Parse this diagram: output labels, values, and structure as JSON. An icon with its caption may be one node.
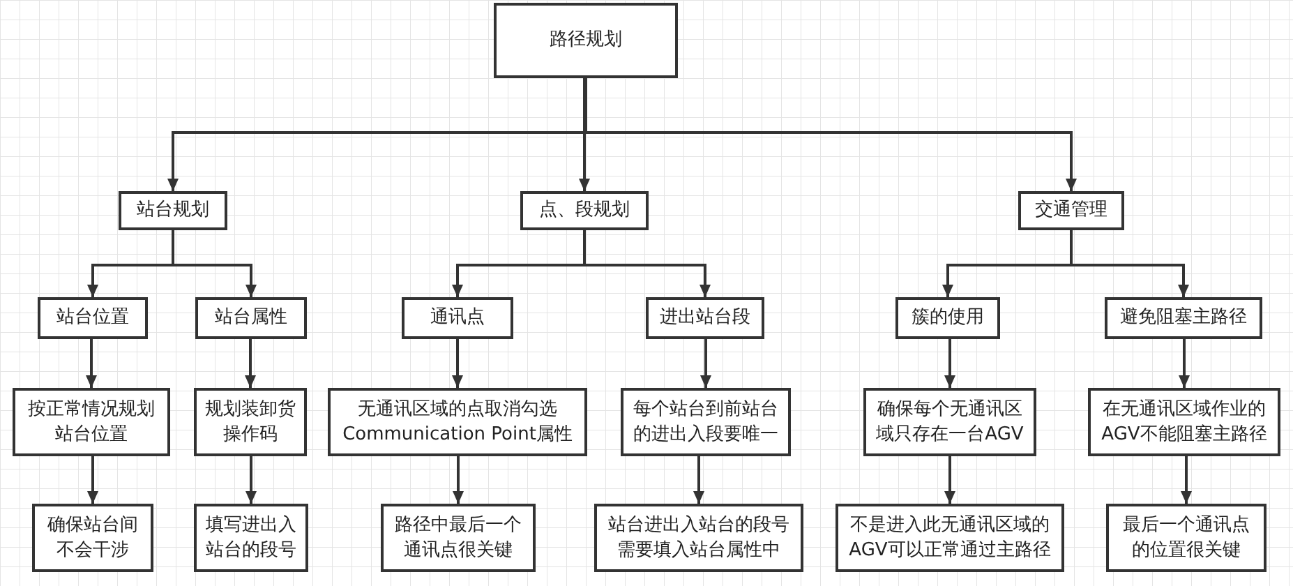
{
  "diagram": {
    "nodes": [
      {
        "text": [
          "路径规划"
        ]
      },
      {
        "text": [
          "站台规划"
        ]
      },
      {
        "text": [
          "点、段规划"
        ]
      },
      {
        "text": [
          "交通管理"
        ]
      },
      {
        "text": [
          "站台位置"
        ]
      },
      {
        "text": [
          "站台属性"
        ]
      },
      {
        "text": [
          "通讯点"
        ]
      },
      {
        "text": [
          "进出站台段"
        ]
      },
      {
        "text": [
          "簇的使用"
        ]
      },
      {
        "text": [
          "避免阻塞主路径"
        ]
      },
      {
        "text": [
          "按正常情况规划站台位置"
        ]
      },
      {
        "text": [
          "规划装卸货操作码"
        ]
      },
      {
        "text": [
          "无通讯区域的点取消勾选 Communication Point属性"
        ]
      },
      {
        "text": [
          "每个站台到前站台的进出入段要唯一"
        ]
      },
      {
        "text": [
          "确保每个无通讯区域只存在一台AGV"
        ]
      },
      {
        "text": [
          "在无通讯区域作业的AGV不能阻塞主路径"
        ]
      },
      {
        "text": [
          "确保站台间不会干涉"
        ]
      },
      {
        "text": [
          "填写进出入站台的段号"
        ]
      },
      {
        "text": [
          "路径中最后一个通讯点很关键"
        ]
      },
      {
        "text": [
          "站台进出入站台的段号需要填入站台属性中"
        ]
      },
      {
        "text": [
          "不是进入此无通讯区域的AGV可以正常通过主路径"
        ]
      },
      {
        "text": [
          "最后一个通讯点的位置很关键"
        ]
      }
    ],
    "edges": [
      {
        "from": 0,
        "to": 1,
        "arrow": "to"
      },
      {
        "from": 0,
        "to": 2,
        "arrow": "to"
      },
      {
        "from": 0,
        "to": 3,
        "arrow": "to"
      },
      {
        "from": 1,
        "to": 4,
        "arrow": "to"
      },
      {
        "from": 1,
        "to": 5,
        "arrow": "to"
      },
      {
        "from": 2,
        "to": 6,
        "arrow": "to"
      },
      {
        "from": 2,
        "to": 7,
        "arrow": "to"
      },
      {
        "from": 3,
        "to": 8,
        "arrow": "to"
      },
      {
        "from": 3,
        "to": 9,
        "arrow": "to"
      },
      {
        "from": 4,
        "to": 10,
        "arrow": "to"
      },
      {
        "from": 5,
        "to": 11,
        "arrow": "to"
      },
      {
        "from": 6,
        "to": 12,
        "arrow": "to"
      },
      {
        "from": 7,
        "to": 13,
        "arrow": "to"
      },
      {
        "from": 8,
        "to": 14,
        "arrow": "to"
      },
      {
        "from": 9,
        "to": 15,
        "arrow": "to"
      },
      {
        "from": 10,
        "to": 16,
        "arrow": "to"
      },
      {
        "from": 11,
        "to": 17,
        "arrow": "to"
      },
      {
        "from": 12,
        "to": 18,
        "arrow": "to"
      },
      {
        "from": 13,
        "to": 19,
        "arrow": "to"
      },
      {
        "from": 14,
        "to": 20,
        "arrow": "to"
      },
      {
        "from": 15,
        "to": 21,
        "arrow": "to"
      }
    ]
  }
}
